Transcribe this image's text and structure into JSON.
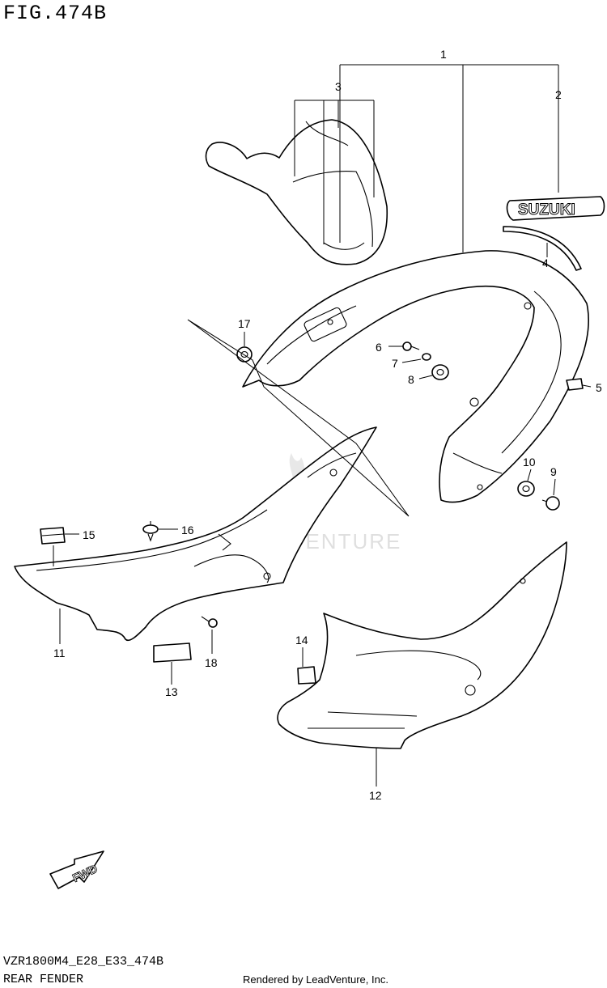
{
  "figure": {
    "title": "FIG.474B"
  },
  "footer": {
    "code": "VZR1800M4_E28_E33_474B",
    "name": "REAR FENDER",
    "credit": "Rendered by LeadVenture, Inc."
  },
  "watermark": {
    "text": "ADVENTURE"
  },
  "decal": {
    "text": "SUZUKI"
  },
  "fwd_marker": {
    "text": "FWD"
  },
  "callouts": [
    {
      "id": "1",
      "label": "1"
    },
    {
      "id": "2",
      "label": "2"
    },
    {
      "id": "3",
      "label": "3"
    },
    {
      "id": "4",
      "label": "4"
    },
    {
      "id": "5",
      "label": "5"
    },
    {
      "id": "6",
      "label": "6"
    },
    {
      "id": "7",
      "label": "7"
    },
    {
      "id": "8",
      "label": "8"
    },
    {
      "id": "9",
      "label": "9"
    },
    {
      "id": "10",
      "label": "10"
    },
    {
      "id": "11",
      "label": "11"
    },
    {
      "id": "12",
      "label": "12"
    },
    {
      "id": "13",
      "label": "13"
    },
    {
      "id": "14",
      "label": "14"
    },
    {
      "id": "15",
      "label": "15"
    },
    {
      "id": "16",
      "label": "16"
    },
    {
      "id": "17",
      "label": "17"
    },
    {
      "id": "18",
      "label": "18"
    }
  ]
}
